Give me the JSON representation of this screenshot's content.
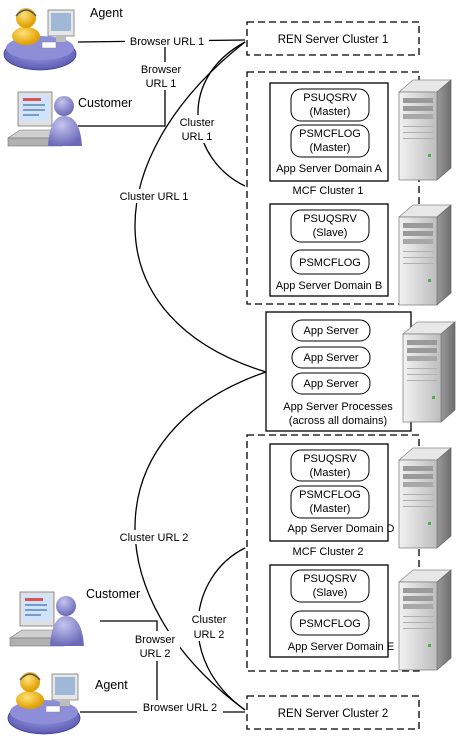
{
  "actors": {
    "agent_top": "Agent",
    "customer_top": "Customer",
    "customer_bottom": "Customer",
    "agent_bottom": "Agent"
  },
  "connections": {
    "browser_url_1": "Browser URL 1",
    "browser_url_1_stack": [
      "Browser",
      "URL 1"
    ],
    "cluster_url_1_stack": [
      "Cluster",
      "URL 1"
    ],
    "cluster_url_1": "Cluster URL 1",
    "cluster_url_2": "Cluster URL 2",
    "cluster_url_2_stack": [
      "Cluster",
      "URL 2"
    ],
    "browser_url_2_stack": [
      "Browser",
      "URL 2"
    ],
    "browser_url_2": "Browser URL 2"
  },
  "ren_clusters": {
    "top": "REN Server Cluster 1",
    "bottom": "REN Server Cluster 2"
  },
  "mcf_clusters": {
    "top": "MCF Cluster 1",
    "bottom": "MCF Cluster 2"
  },
  "domains": {
    "a": {
      "pill1": [
        "PSUQSRV",
        "(Master)"
      ],
      "pill2": [
        "PSMCFLOG",
        "(Master)"
      ],
      "label": "App Server Domain A"
    },
    "b": {
      "pill1": [
        "PSUQSRV",
        "(Slave)"
      ],
      "pill2": [
        "PSMCFLOG"
      ],
      "label": "App Server Domain B"
    },
    "d": {
      "pill1": [
        "PSUQSRV",
        "(Master)"
      ],
      "pill2": [
        "PSMCFLOG",
        "(Master)"
      ],
      "label": "App Server Domain D"
    },
    "e": {
      "pill1": [
        "PSUQSRV",
        "(Slave)"
      ],
      "pill2": [
        "PSMCFLOG"
      ],
      "label": "App Server Domain E"
    }
  },
  "processes": {
    "items": [
      "App Server",
      "App Server",
      "App Server"
    ],
    "caption": [
      "App Server Processes",
      "(across all domains)"
    ]
  },
  "icons": {
    "agent": "agent-headset-icon",
    "customer": "customer-computer-icon",
    "server": "server-tower-icon"
  },
  "colors": {
    "agent_platform": "#6f6fc4",
    "agent_head": "#f4b400",
    "customer_body": "#8080c0",
    "server_face": "#d8d8d8",
    "line": "#000000"
  }
}
